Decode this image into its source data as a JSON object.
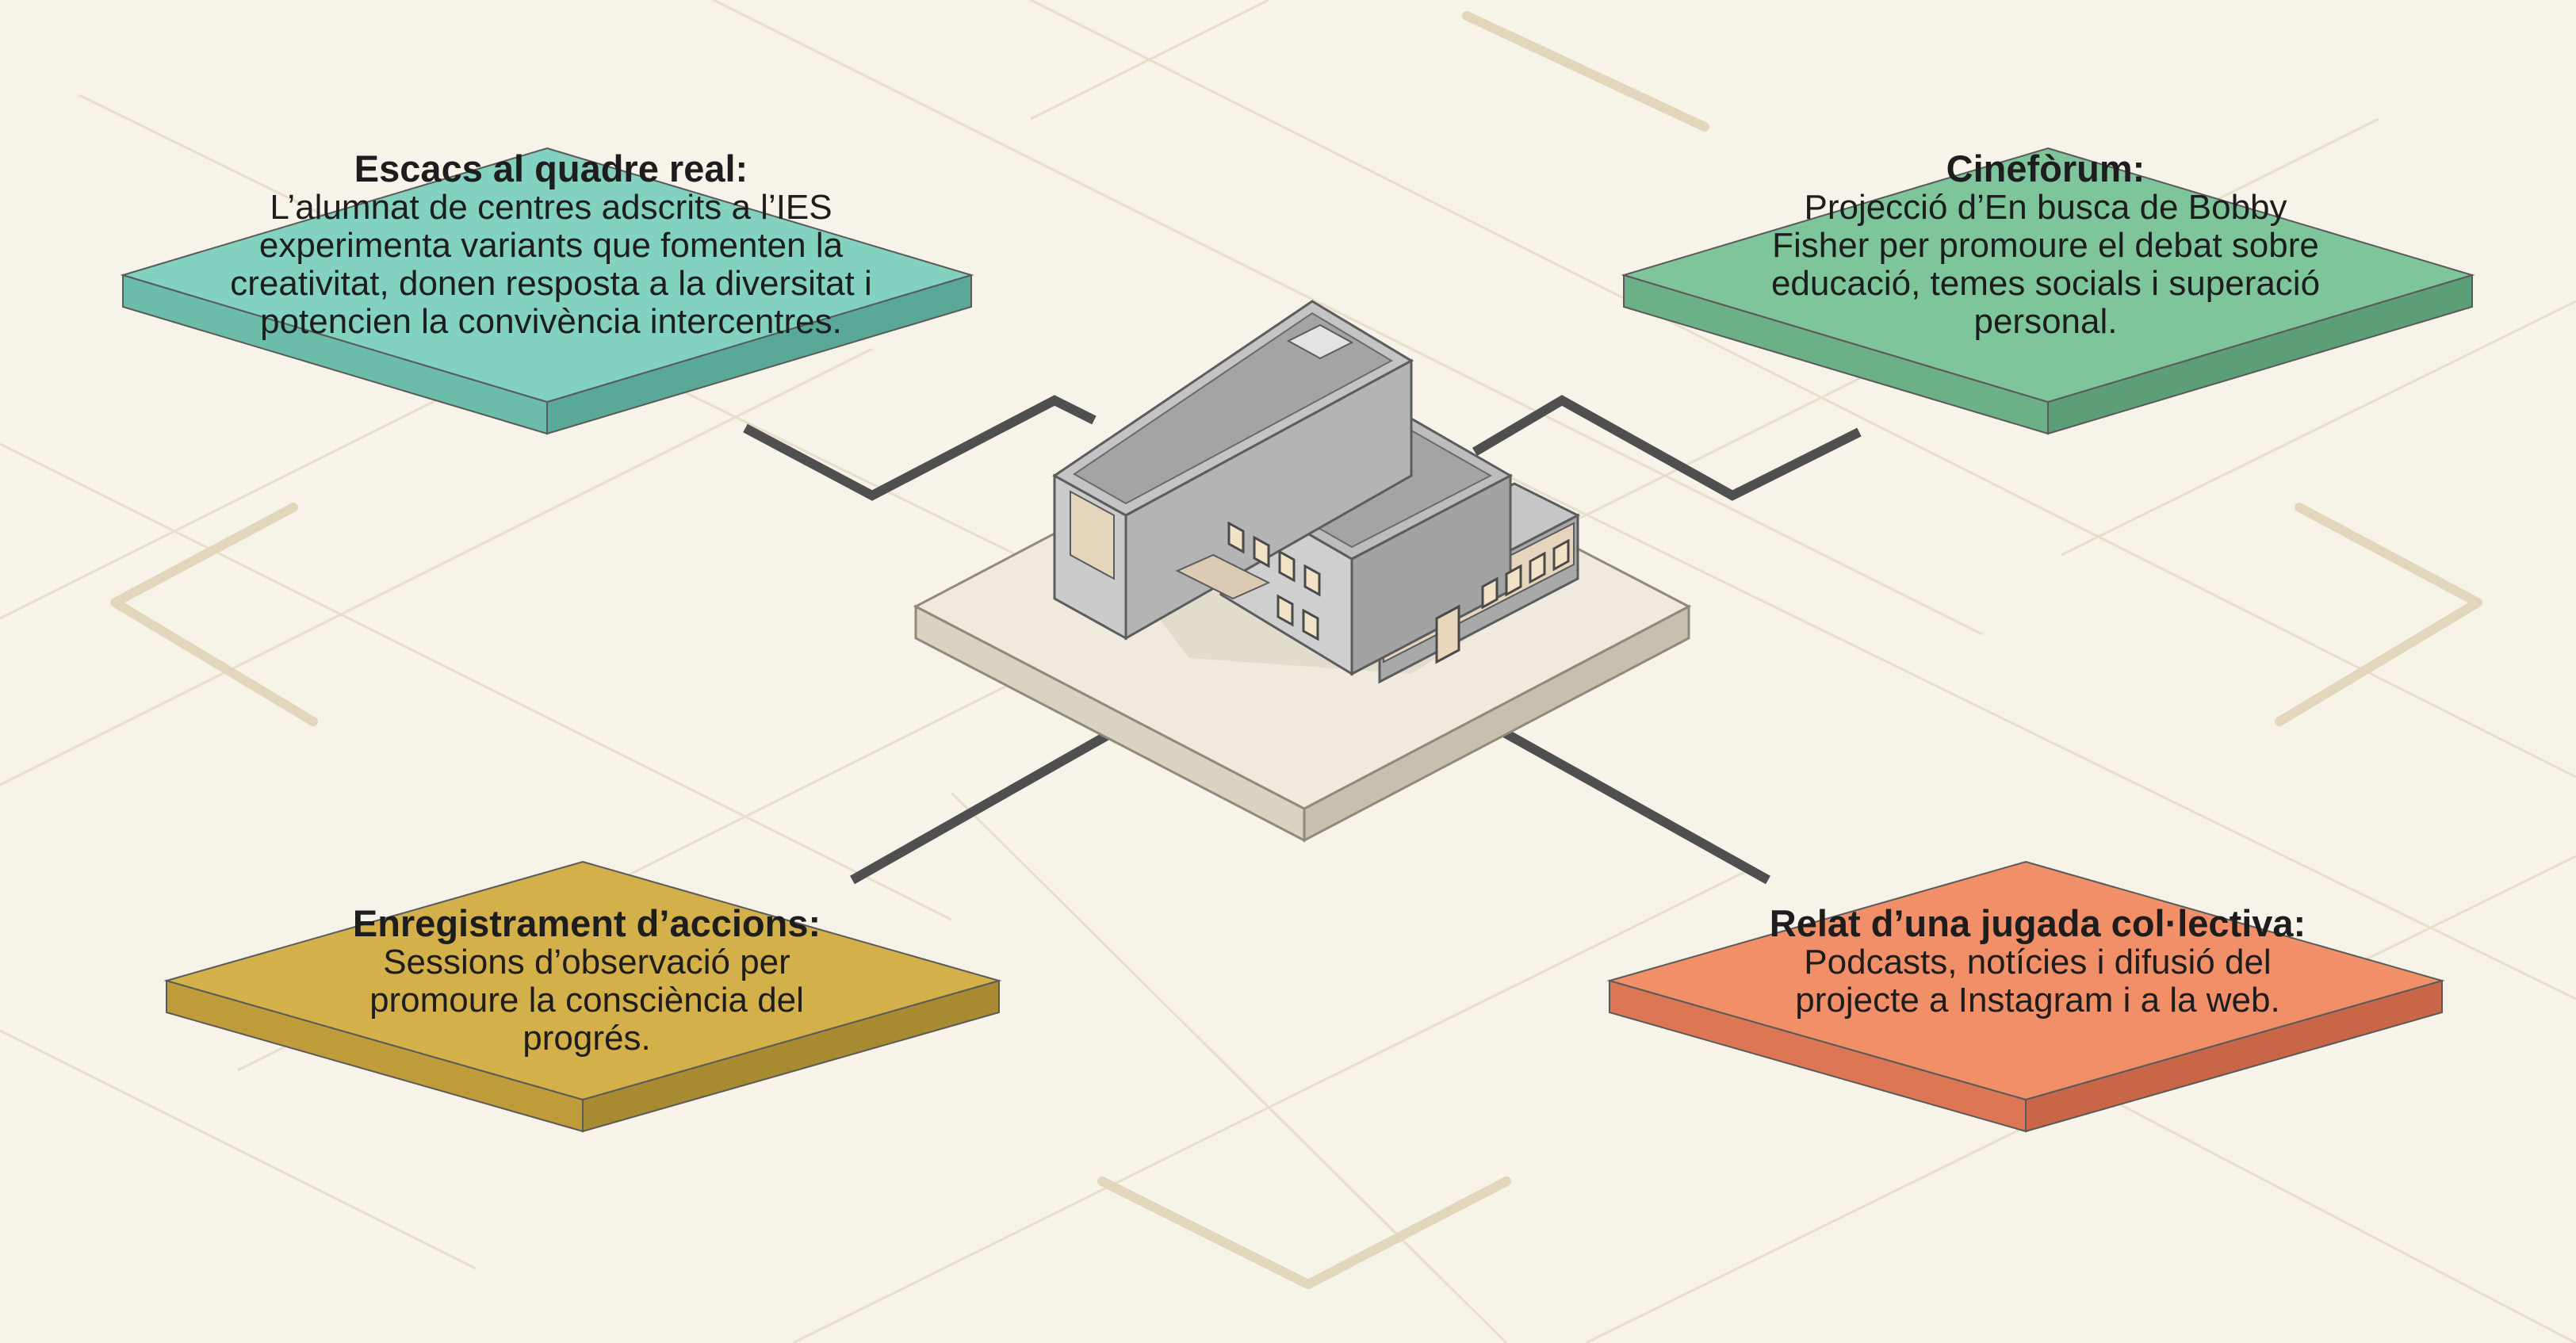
{
  "colors": {
    "background": "#f7f3e8",
    "grid_lines": "#e7dfcc",
    "grid_accents": "#e2d6bc",
    "connectors": "#4f4f4f",
    "building_walls": "#b4b4b4",
    "building_roof": "#a4a4a4",
    "building_annex": "#e6d5bd",
    "platform_top": "#efeadd"
  },
  "building": {
    "icon": "school-building-icon"
  },
  "panels": [
    {
      "id": "escacs",
      "title": "Escacs al quadre real:",
      "body": "L’alumnat de centres adscrits a l’IES experimenta variants que fomenten la creativitat, donen resposta a la diversitat i potencien la convivència intercentres.",
      "color_top": "#82d2bf",
      "color_left": "#6cbcaa",
      "color_right": "#5aa998"
    },
    {
      "id": "cineforum",
      "title": "Cinefòrum:",
      "body": "Projecció d’En busca de Bobby Fisher per promoure el debat sobre educació, temes socials i superació personal.",
      "color_top": "#7fc59c",
      "color_left": "#6bb087",
      "color_right": "#5b9e77"
    },
    {
      "id": "enregistrament",
      "title": "Enregistrament d’accions:",
      "body": "Sessions d’observació per promoure la consciència del progrés.",
      "color_top": "#d4b04a",
      "color_left": "#bf9b39",
      "color_right": "#a88a31"
    },
    {
      "id": "relat",
      "title": "Relat d’una jugada col·lectiva:",
      "body": "Podcasts, notícies i difusió del projecte a Instagram i a la web.",
      "color_top": "#f08f68",
      "color_left": "#dc7654",
      "color_right": "#c86647"
    }
  ]
}
